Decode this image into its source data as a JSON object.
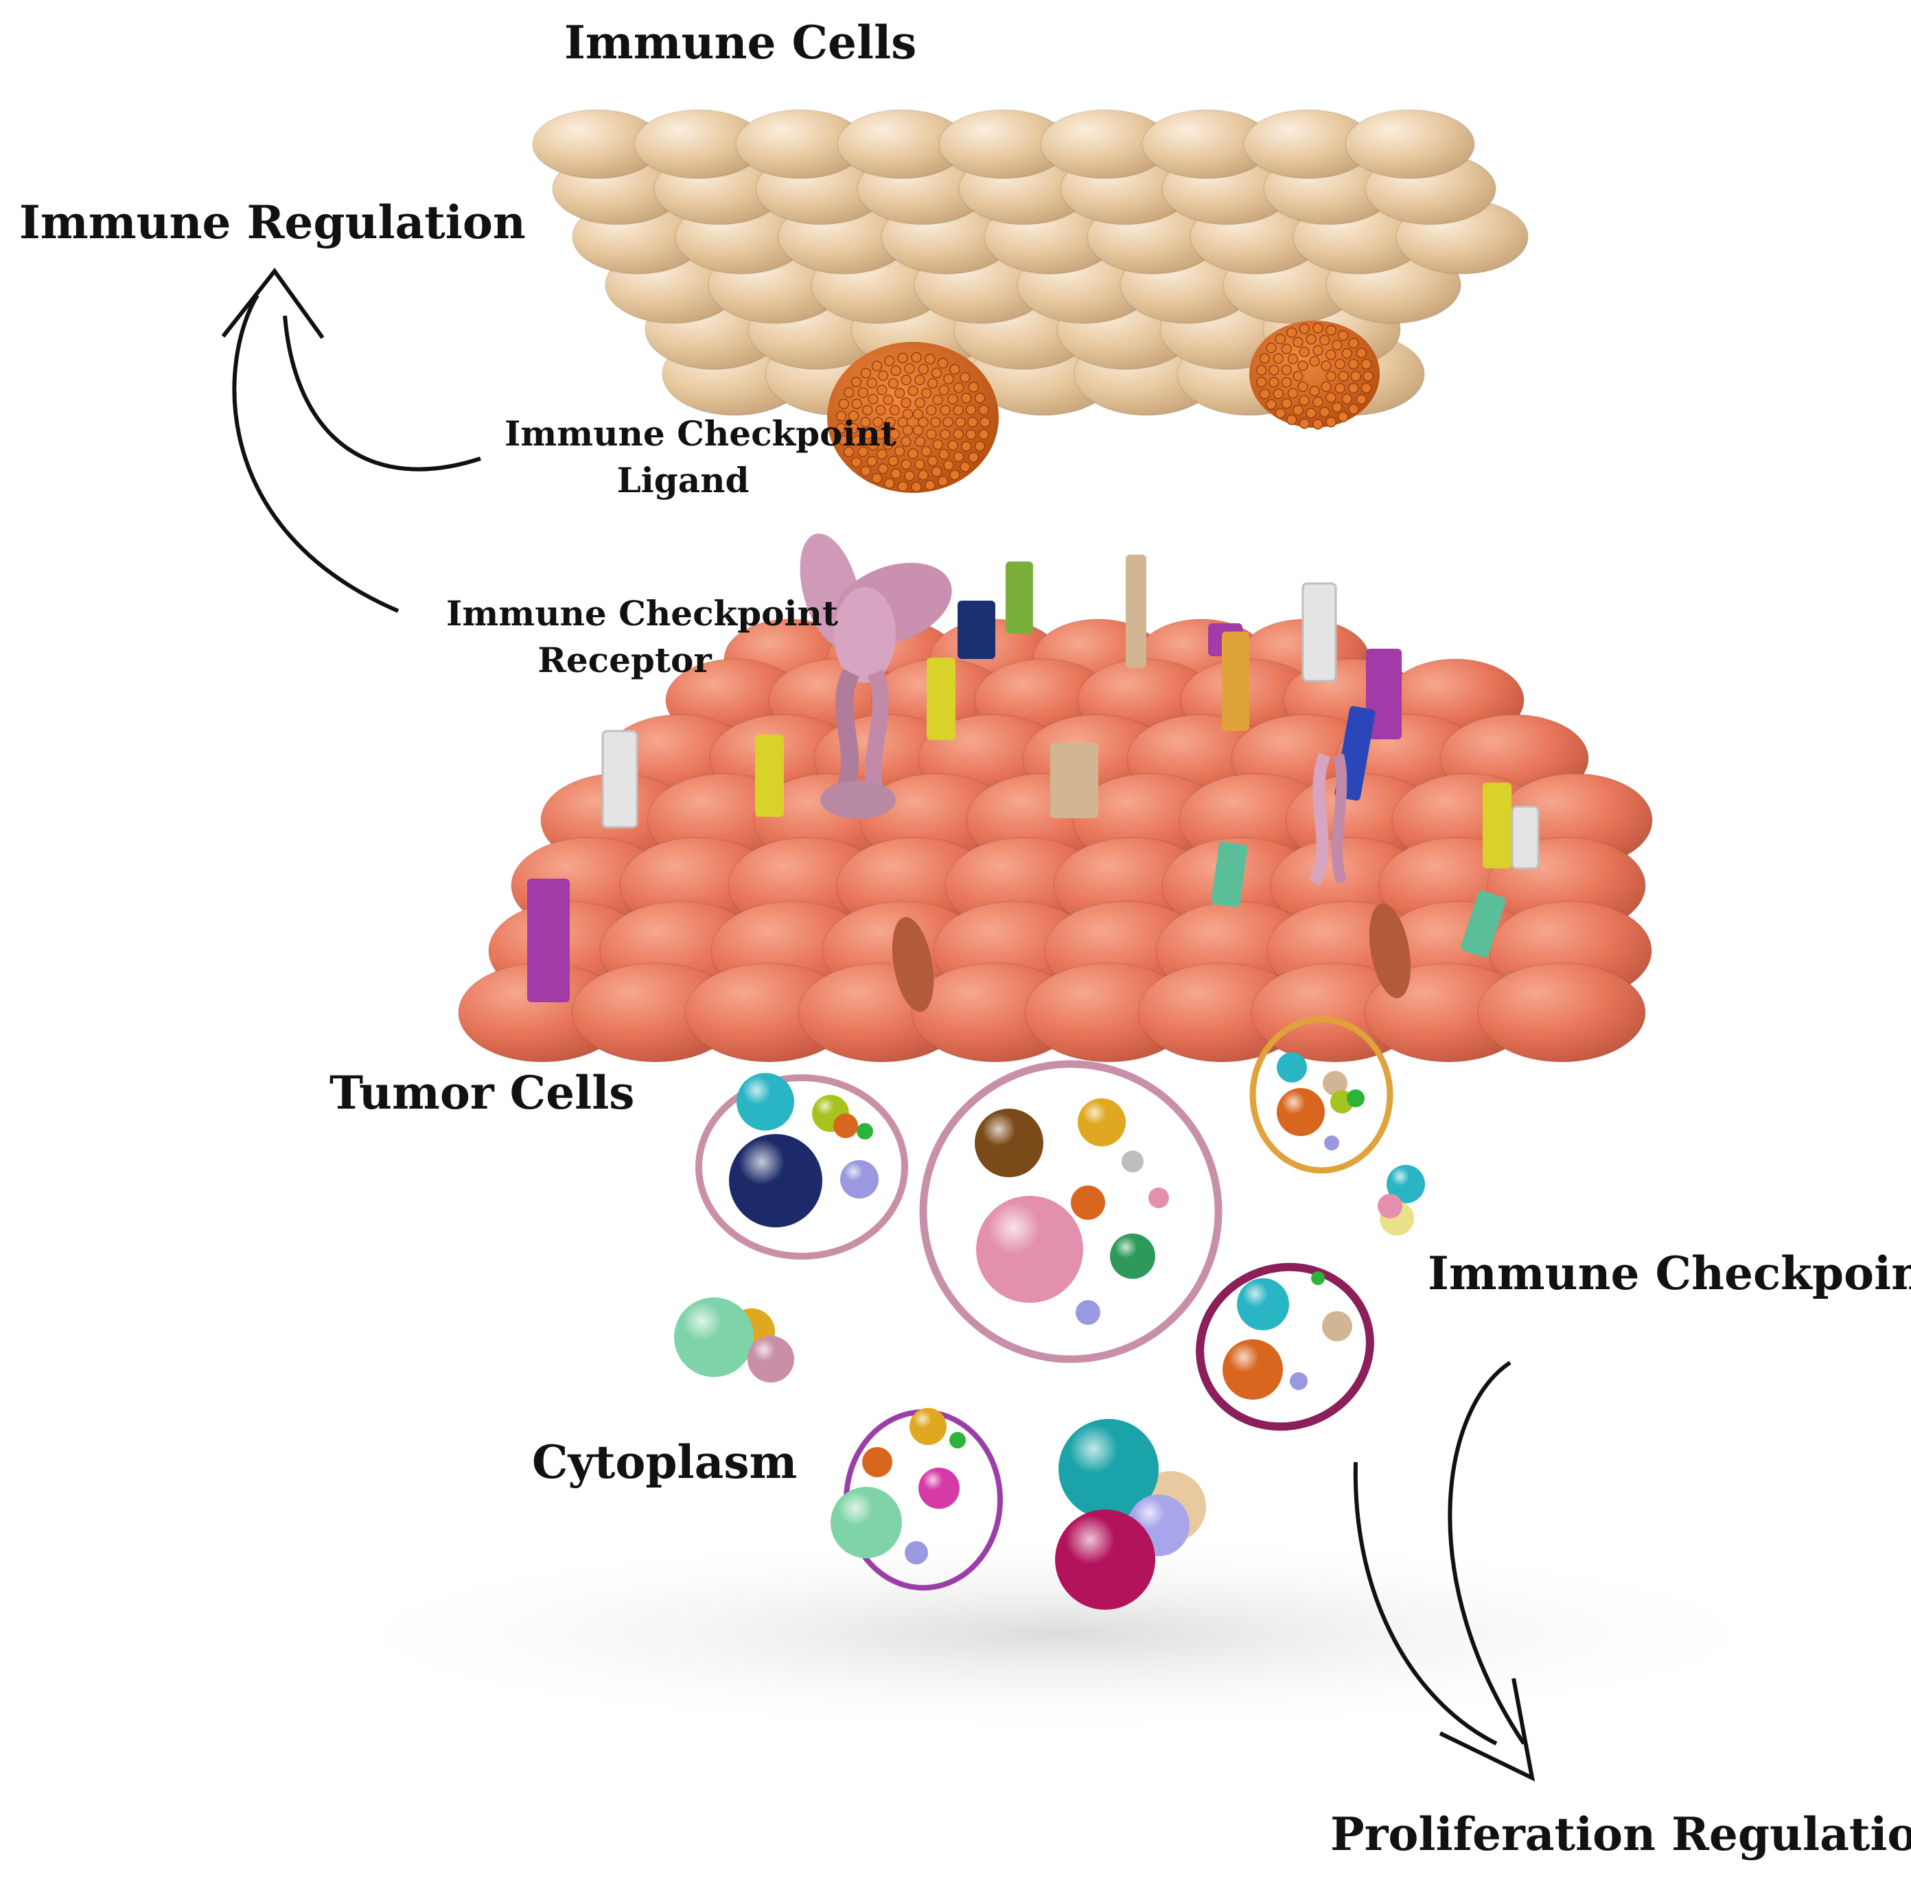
{
  "labels": {
    "immune_cells": "Immune Cells",
    "immune_regulation": "Immune Regulation",
    "ligand_line1": "Immune Checkpoint",
    "ligand_line2": "Ligand",
    "receptor_line1": "Immune Checkpoint",
    "receptor_line2": "Receptor",
    "tumor_cells": "Tumor Cells",
    "immune_checkpoint": "Immune Checkpoint",
    "cytoplasm": "Cytoplasm",
    "proliferation_regulation": "Proliferation Regulation"
  },
  "colors": {
    "immune_cell": "#e8c9a0",
    "ligand": "#d9661f",
    "tumor_cell": "#e8765a",
    "receptor": "#cf9ab8",
    "marker_yellow": "#d8d22a",
    "marker_green": "#7ab03a",
    "marker_white": "#e4e4e4",
    "marker_purple": "#a23aa8",
    "marker_navy": "#1c2f6e",
    "marker_tan": "#d2b592",
    "marker_orange": "#e0a23a",
    "marker_teal": "#5abf98",
    "marker_blue": "#2a46b8"
  }
}
